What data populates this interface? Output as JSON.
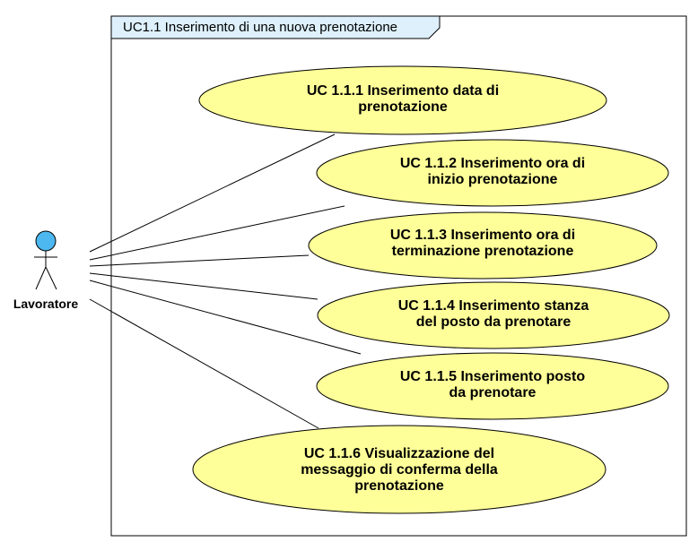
{
  "system": {
    "title": "UC1.1 Inserimento di una nuova prenotazione"
  },
  "actor": {
    "name": "Lavoratore",
    "head_color": "#4db8f0"
  },
  "use_cases": [
    {
      "lines": [
        "UC 1.1.1 Inserimento data di",
        "prenotazione"
      ]
    },
    {
      "lines": [
        "UC 1.1.2 Inserimento ora di",
        "inizio prenotazione"
      ]
    },
    {
      "lines": [
        "UC 1.1.3 Inserimento ora di",
        "terminazione prenotazione"
      ]
    },
    {
      "lines": [
        "UC 1.1.4 Inserimento stanza",
        "del posto da prenotare"
      ]
    },
    {
      "lines": [
        "UC 1.1.5 Inserimento posto",
        "da prenotare"
      ]
    },
    {
      "lines": [
        "UC 1.1.6 Visualizzazione del",
        "messaggio di conferma della",
        "prenotazione"
      ]
    }
  ],
  "colors": {
    "usecase_fill": "#ffff99",
    "tab_fill": "#ddf0fb",
    "stroke": "#000000"
  }
}
